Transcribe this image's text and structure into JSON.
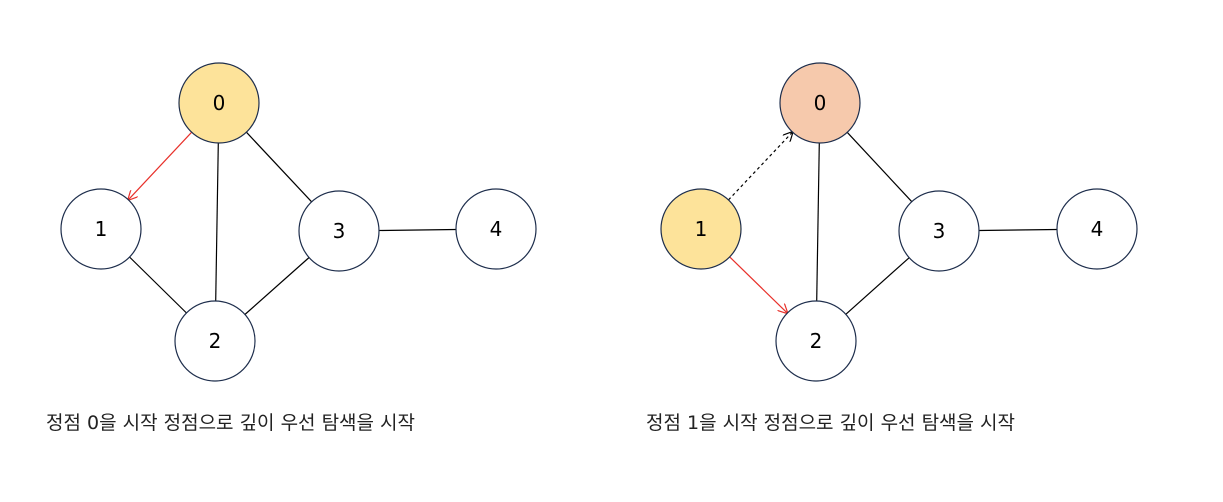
{
  "colors": {
    "edge": "#000000",
    "traversal_edge": "#e8302a",
    "node_default_fill": "#ffffff",
    "node_stroke": "#1f2f4d",
    "node_current_fill": "#fde39a",
    "node_visited_fill": "#f6c9ac"
  },
  "diagrams": [
    {
      "caption": "정점 0을 시작 정점으로 깊이 우선 탐색을 시작",
      "nodes": [
        {
          "id": "0",
          "label": "0",
          "state": "current"
        },
        {
          "id": "1",
          "label": "1",
          "state": "default"
        },
        {
          "id": "2",
          "label": "2",
          "state": "default"
        },
        {
          "id": "3",
          "label": "3",
          "state": "default"
        },
        {
          "id": "4",
          "label": "4",
          "state": "default"
        }
      ],
      "edges": [
        {
          "from": "0",
          "to": "1",
          "style": "traversal"
        },
        {
          "from": "0",
          "to": "2",
          "style": "plain"
        },
        {
          "from": "0",
          "to": "3",
          "style": "plain"
        },
        {
          "from": "1",
          "to": "2",
          "style": "plain"
        },
        {
          "from": "2",
          "to": "3",
          "style": "plain"
        },
        {
          "from": "3",
          "to": "4",
          "style": "plain"
        }
      ]
    },
    {
      "caption": "정점 1을 시작 정점으로 깊이 우선 탐색을 시작",
      "nodes": [
        {
          "id": "0",
          "label": "0",
          "state": "visited"
        },
        {
          "id": "1",
          "label": "1",
          "state": "current"
        },
        {
          "id": "2",
          "label": "2",
          "state": "default"
        },
        {
          "id": "3",
          "label": "3",
          "state": "default"
        },
        {
          "id": "4",
          "label": "4",
          "state": "default"
        }
      ],
      "edges": [
        {
          "from": "1",
          "to": "0",
          "style": "backtrack"
        },
        {
          "from": "1",
          "to": "2",
          "style": "traversal"
        },
        {
          "from": "0",
          "to": "2",
          "style": "plain"
        },
        {
          "from": "0",
          "to": "3",
          "style": "plain"
        },
        {
          "from": "2",
          "to": "3",
          "style": "plain"
        },
        {
          "from": "3",
          "to": "4",
          "style": "plain"
        }
      ]
    }
  ]
}
